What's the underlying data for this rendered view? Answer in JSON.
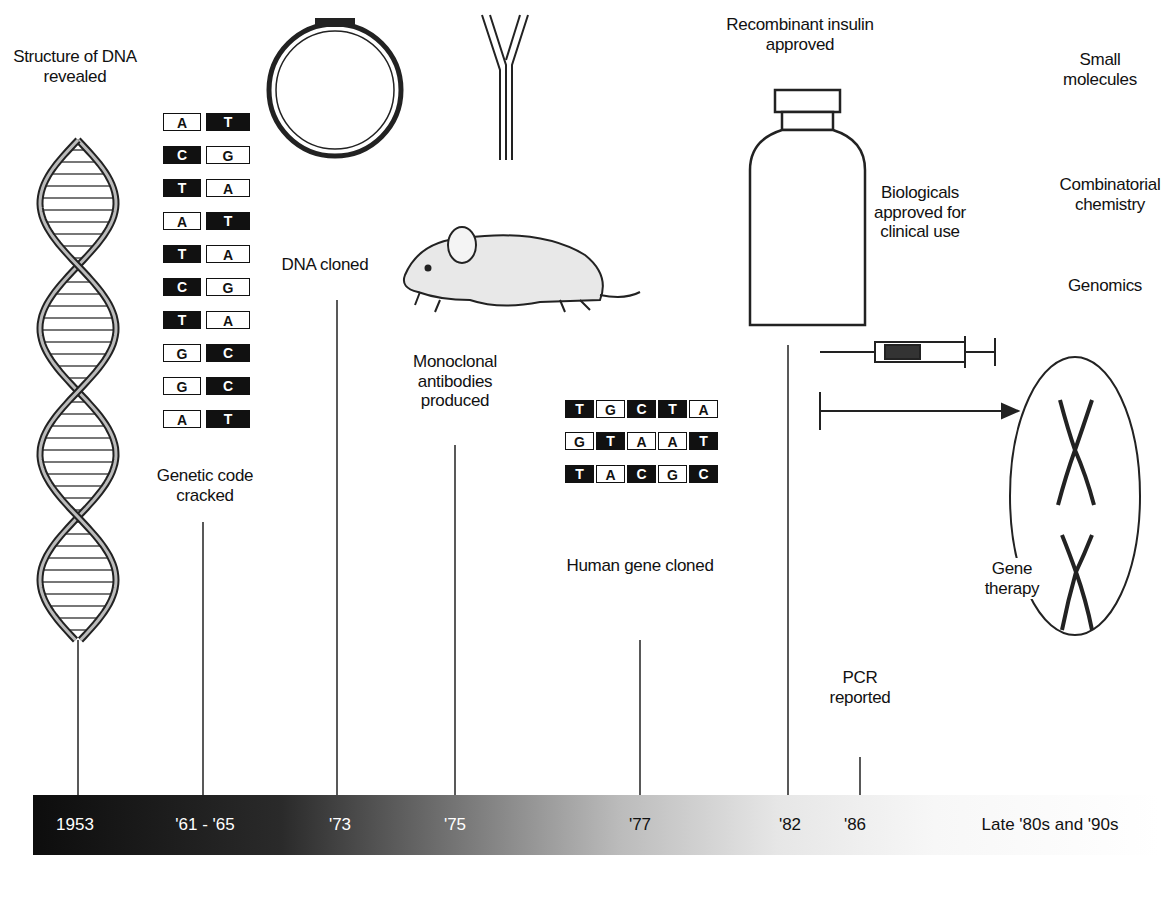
{
  "diagram": {
    "nodes": [
      {
        "text": [
          "1953",
          "'61 - '65",
          "'73",
          "'75",
          "'77",
          "'82",
          "'86",
          "Late '80s and '90s"
        ]
      },
      {
        "text": [
          "Gene therapy"
        ]
      }
    ],
    "labels": [
      "Structure of DNA revealed",
      "Genetic code cracked",
      "DNA cloned",
      "Monoclonal antibodies produced",
      "Human gene cloned",
      "Recombinant insulin approved",
      "Biologicals approved for clinical use",
      "PCR reported",
      "Small molecules",
      "Combinatorial chemistry",
      "Genomics",
      "A",
      "T",
      "C",
      "G",
      "T",
      "A",
      "A",
      "T",
      "T",
      "A",
      "C",
      "G",
      "T",
      "A",
      "G",
      "C",
      "G",
      "C",
      "A",
      "T",
      "T",
      "G",
      "C",
      "T",
      "A",
      "G",
      "T",
      "A",
      "A",
      "T",
      "T",
      "A",
      "C",
      "G",
      "C"
    ]
  }
}
